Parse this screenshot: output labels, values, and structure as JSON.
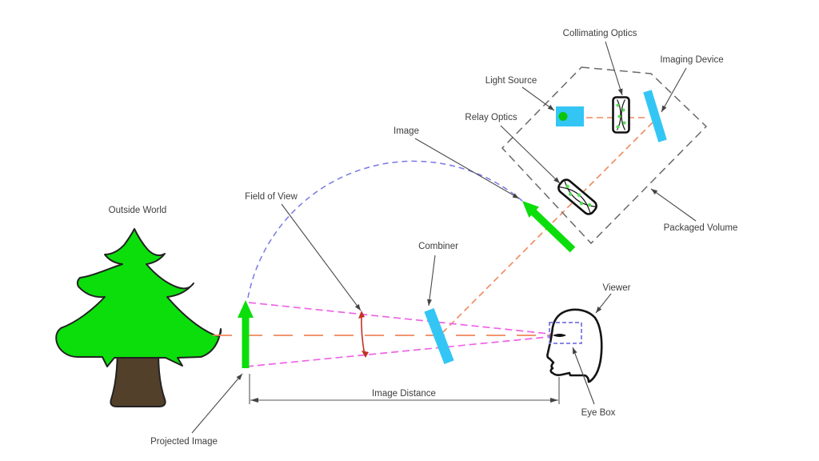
{
  "diagram": {
    "description": "Head-up display optical system schematic",
    "labels": {
      "outside_world": "Outside World",
      "projected_image": "Projected Image",
      "field_of_view": "Field of View",
      "combiner": "Combiner",
      "image": "Image",
      "image_distance": "Image Distance",
      "light_source": "Light Source",
      "relay_optics": "Relay Optics",
      "collimating_optics": "Collimating Optics",
      "imaging_device": "Imaging Device",
      "packaged_volume": "Packaged Volume",
      "viewer": "Viewer",
      "eye_box": "Eye Box"
    },
    "colors": {
      "arrow_green": "#0bde0b",
      "dot_green": "#55dd55",
      "tree_green": "#0bde0b",
      "trunk_brown": "#53402b",
      "optic_cyan": "#33c6f5",
      "ray_orange": "#f0885c",
      "cone_magenta": "#ee64e6",
      "arc_blue": "#7878e8",
      "eyebox_blue": "#7878dd",
      "fov_red": "#c23326",
      "outline_gray": "#696969",
      "label_gray": "#3d3d3d"
    }
  }
}
